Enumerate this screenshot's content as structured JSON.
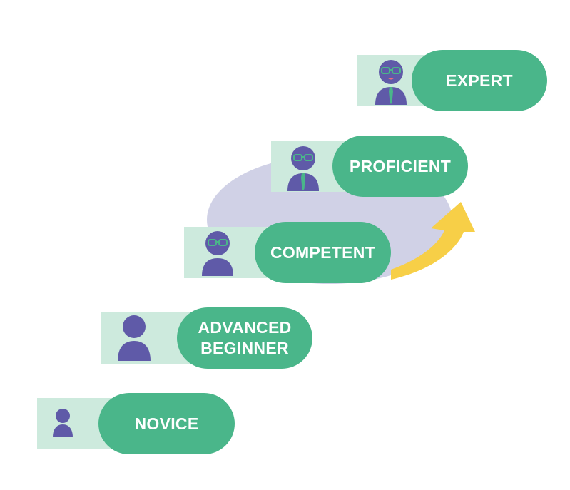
{
  "diagram": {
    "stages": [
      {
        "id": "novice",
        "label": "NOVICE"
      },
      {
        "id": "advanced-beginner",
        "label": "ADVANCED\nBEGINNER"
      },
      {
        "id": "competent",
        "label": "COMPETENT"
      },
      {
        "id": "proficient",
        "label": "PROFICIENT"
      },
      {
        "id": "expert",
        "label": "EXPERT"
      }
    ],
    "colors": {
      "pill": "#4ab68a",
      "tile": "#cdeadd",
      "person": "#5f5aa8",
      "accent": "#4ab68a",
      "ellipse": "#d0d1e6",
      "arrow": "#f7cf47",
      "smile": "#f06a7a"
    },
    "icons": [
      "person-icon",
      "glasses-icon",
      "tie-icon",
      "curved-arrow-icon"
    ]
  }
}
